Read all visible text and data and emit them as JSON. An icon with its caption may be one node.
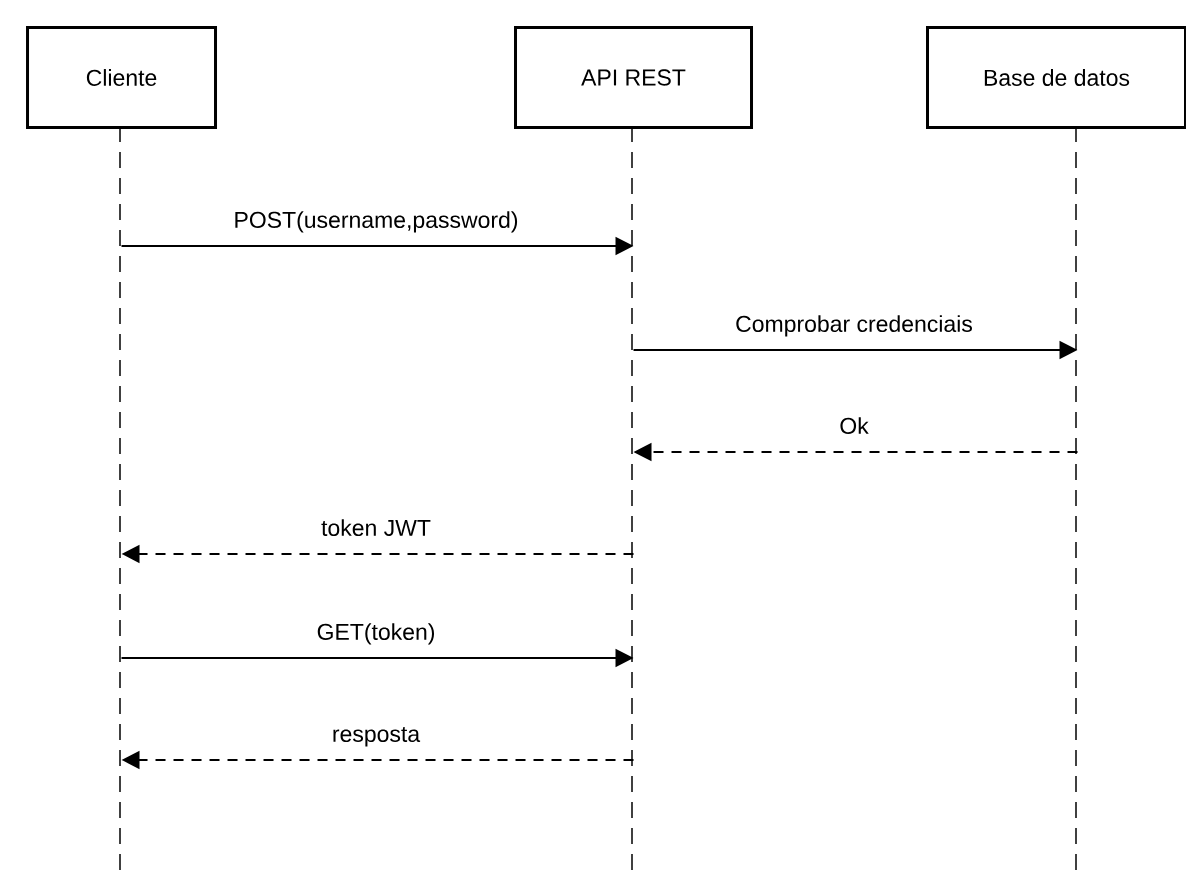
{
  "diagram": {
    "nodes": [
      {
        "text": [
          "Cliente"
        ]
      },
      {
        "text": [
          "API REST"
        ]
      },
      {
        "text": [
          "Base de datos"
        ]
      }
    ],
    "edges": [
      {
        "from": 0,
        "to": 1,
        "arrow": "to",
        "label": "POST(username,password)"
      },
      {
        "from": 1,
        "to": 2,
        "arrow": "to",
        "label": "Comprobar credenciais"
      },
      {
        "from": 2,
        "to": 1,
        "arrow": "to",
        "label": "Ok",
        "style": "dashed"
      },
      {
        "from": 1,
        "to": 0,
        "arrow": "to",
        "label": "token JWT",
        "style": "dashed"
      },
      {
        "from": 0,
        "to": 1,
        "arrow": "to",
        "label": "GET(token)"
      },
      {
        "from": 1,
        "to": 0,
        "arrow": "to",
        "label": "resposta",
        "style": "dashed"
      }
    ]
  }
}
